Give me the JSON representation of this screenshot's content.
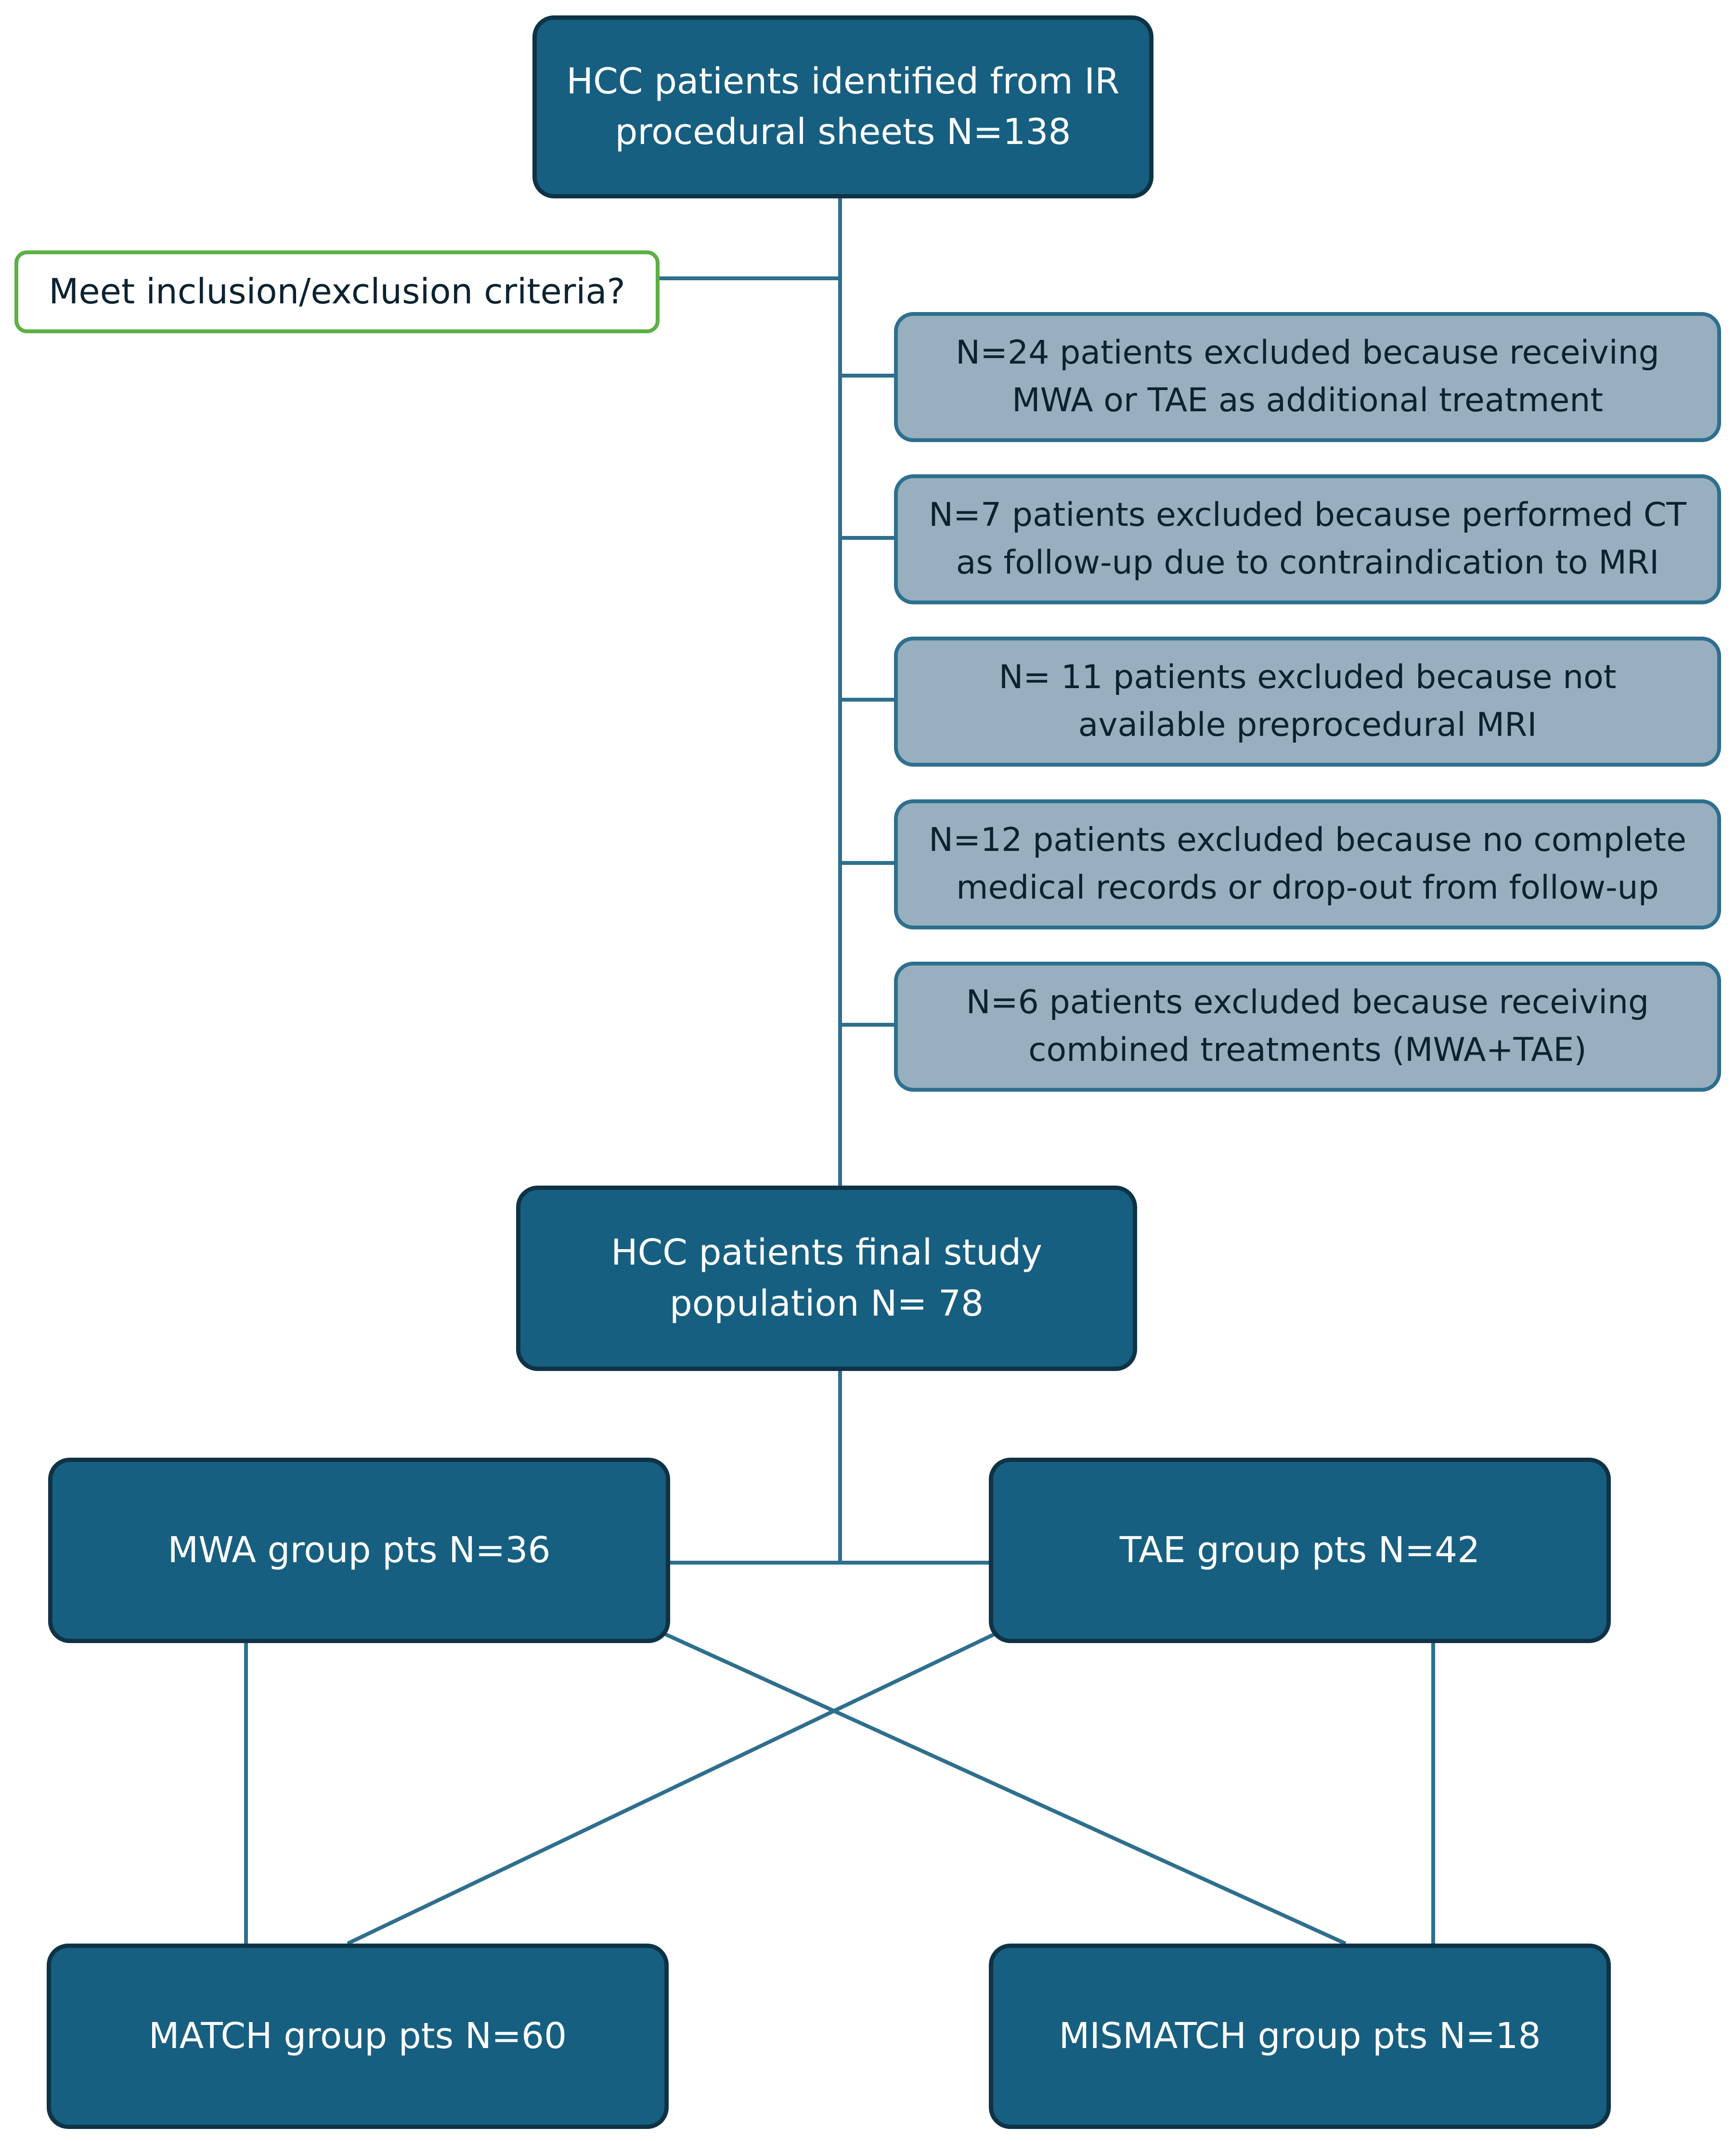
{
  "diagram": {
    "top_box": {
      "line1": "HCC patients identified from IR",
      "line2": "procedural sheets N=138"
    },
    "question": {
      "text": "Meet inclusion/exclusion criteria?"
    },
    "exclusions": [
      {
        "line1": "N=24 patients excluded because receiving",
        "line2": "MWA or TAE as additional treatment"
      },
      {
        "line1": "N=7 patients excluded because performed CT",
        "line2": "as follow-up due to contraindication to MRI"
      },
      {
        "line1": "N= 11 patients excluded because not",
        "line2": "available preprocedural MRI"
      },
      {
        "line1": "N=12 patients excluded because no complete",
        "line2": "medical records or drop-out from follow-up"
      },
      {
        "line1": "N=6 patients excluded because receiving",
        "line2": "combined treatments (MWA+TAE)"
      }
    ],
    "final_box": {
      "line1": "HCC patients  final study",
      "line2": "population N= 78"
    },
    "groups": {
      "mwa": "MWA group pts N=36",
      "tae": "TAE group pts N=42",
      "match": "MATCH group pts N=60",
      "mismatch": "MISMATCH group pts N=18"
    },
    "colors": {
      "dark_box": "#175f80",
      "dark_border": "#0f3346",
      "light_box": "#98afbf",
      "light_border": "#2e6f8e",
      "line": "#2e6f8e",
      "question_border": "#5cb044"
    }
  }
}
